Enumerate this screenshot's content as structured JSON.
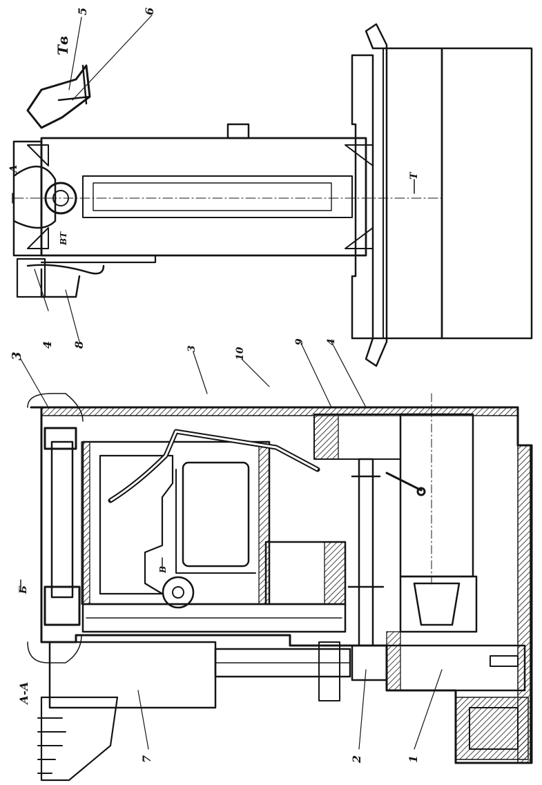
{
  "drawing": {
    "ink_color": "#141414",
    "paper_color": "#ffffff",
    "section_label": "А-А",
    "section_b_mark": "Б",
    "section_v_mark": "В",
    "callout_Tv": "Тв",
    "callout_A": "А",
    "callout_T": "Т",
    "callout_VT": "ВТ",
    "numbered_callouts": [
      "1",
      "2",
      "3",
      "4",
      "5",
      "6",
      "7",
      "8",
      "9",
      "10"
    ]
  }
}
